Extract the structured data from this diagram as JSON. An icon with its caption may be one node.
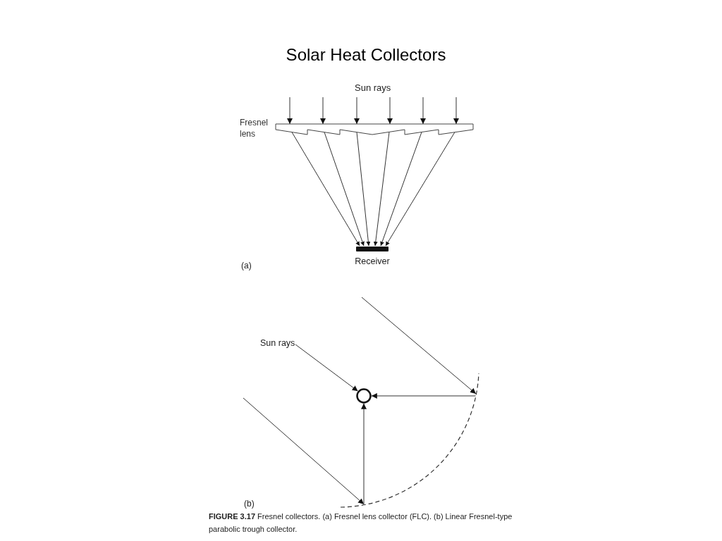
{
  "diagram": {
    "title": "Solar Heat Collectors",
    "caption": "**FIGURE 3.17** Fresnel collectors. (a) Fresnel lens collector (FLC). (b) Linear Fresnel-type parabolic trough collector.",
    "nodes": [
      {
        "text": [
          "Sun rays"
        ]
      },
      {
        "text": [
          "Fresnel lens"
        ]
      },
      {
        "text": [
          "Receiver"
        ]
      },
      {
        "text": [
          "Sun rays"
        ]
      },
      {
        "text": [],
        "shape": "arc"
      },
      {
        "text": [],
        "shape": "circle",
        "in": 4
      }
    ],
    "edges": [
      {
        "from": null,
        "to": 1,
        "arrow": "to"
      },
      {
        "from": 0,
        "to": 1,
        "arrow": "to"
      },
      {
        "from": 0,
        "to": 1,
        "arrow": "to"
      },
      {
        "from": 0,
        "to": 1,
        "arrow": "to"
      },
      {
        "from": 0,
        "to": 1,
        "arrow": "to"
      },
      {
        "from": null,
        "to": 1,
        "arrow": "to"
      },
      {
        "from": 1,
        "to": 2,
        "arrow": "to"
      },
      {
        "from": 1,
        "to": 2,
        "arrow": "to"
      },
      {
        "from": 1,
        "to": 2,
        "arrow": "to"
      },
      {
        "from": 1,
        "to": 2,
        "arrow": "to"
      },
      {
        "from": 1,
        "to": 2,
        "arrow": "to"
      },
      {
        "from": 1,
        "to": 2,
        "arrow": "to"
      },
      {
        "from": 3,
        "to": 5,
        "arrow": "to"
      },
      {
        "from": null,
        "to": 4,
        "arrow": "to"
      },
      {
        "from": 4,
        "to": 5,
        "arrow": "to"
      },
      {
        "from": null,
        "to": 4,
        "arrow": "to"
      },
      {
        "from": 4,
        "to": 5,
        "arrow": "to"
      }
    ],
    "labels": [
      "(a)",
      "(b)"
    ]
  }
}
